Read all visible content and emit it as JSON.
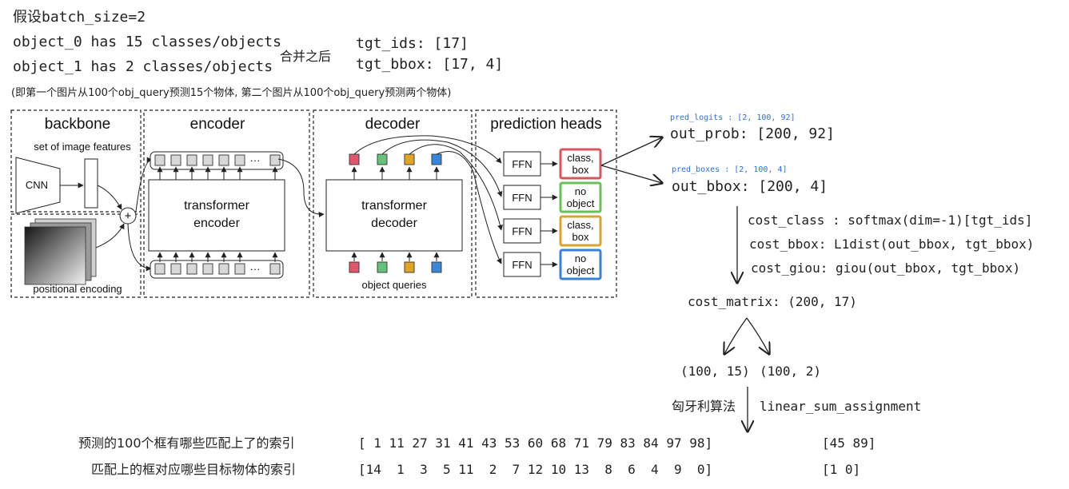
{
  "notes": {
    "batch": "假设batch_size=2",
    "obj0": "object_0 has 15 classes/objects",
    "obj1": "object_1 has 2 classes/objects",
    "merge": "合并之后",
    "tgt_ids": "tgt_ids: [17]",
    "tgt_bbox": "tgt_bbox: [17, 4]",
    "explain": "(即第一个图片从100个obj_query预测15个物体, 第二个图片从100个obj_query预测两个物体)"
  },
  "arch": {
    "backbone": "backbone",
    "set_features": "set of image features",
    "cnn": "CNN",
    "positional": "positional encoding",
    "plus": "+",
    "encoder": "encoder",
    "transformer_encoder": [
      "transformer",
      "encoder"
    ],
    "dots": "···",
    "decoder": "decoder",
    "transformer_decoder": [
      "transformer",
      "decoder"
    ],
    "object_queries": "object queries",
    "prediction_heads": "prediction heads",
    "ffn": "FFN",
    "heads": [
      {
        "label": [
          "class,",
          "box"
        ],
        "color": "#d9545f"
      },
      {
        "label": [
          "no",
          "object"
        ],
        "color": "#6bbf59"
      },
      {
        "label": [
          "class,",
          "box"
        ],
        "color": "#d8a531"
      },
      {
        "label": [
          "no",
          "object"
        ],
        "color": "#3b82d6"
      }
    ],
    "query_colors": [
      "#e0566a",
      "#69c07a",
      "#e0a524",
      "#3a86d9"
    ]
  },
  "outputs": {
    "pred_logits": "pred_logits : [2, 100, 92]",
    "out_prob": "out_prob: [200, 92]",
    "pred_boxes": "pred_boxes : [2, 100, 4]",
    "out_bbox": "out_bbox: [200, 4]"
  },
  "costs": {
    "class": "cost_class : softmax(dim=-1)[tgt_ids]",
    "bbox": "cost_bbox: L1dist(out_bbox, tgt_bbox)",
    "giou": "cost_giou: giou(out_bbox, tgt_bbox)",
    "matrix": "cost_matrix: (200, 17)"
  },
  "split": {
    "a": "(100, 15)",
    "b": "(100, 2)",
    "algo_zh": "匈牙利算法",
    "algo_en": "linear_sum_assignment"
  },
  "results": {
    "row1_label": "预测的100个框有哪些匹配上了的索引",
    "row1_a": "[ 1 11 27 31 41 43 53 60 68 71 79 83 84 97 98]",
    "row1_b": "[45 89]",
    "row2_label": "匹配上的框对应哪些目标物体的索引",
    "row2_a": "[14  1  3  5 11  2  7 12 10 13  8  6  4  9  0]",
    "row2_b": "[1 0]"
  }
}
